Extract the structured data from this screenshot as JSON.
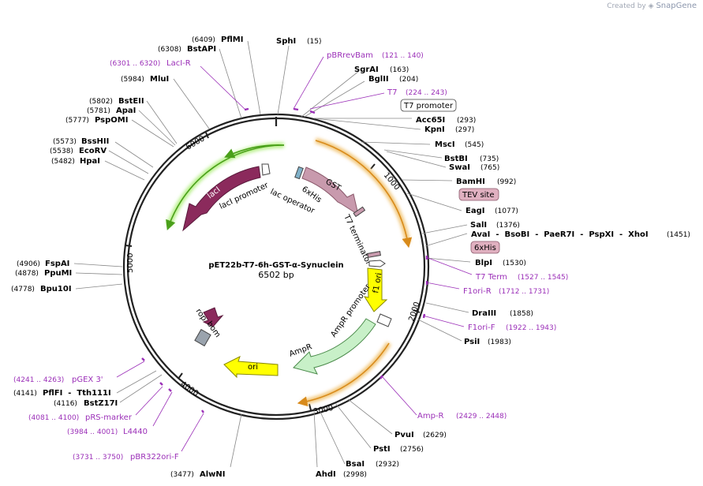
{
  "credit": {
    "prefix": "Created by",
    "brand": "SnapGene"
  },
  "plasmid": {
    "name": "pET22b-T7-6h-GST-α-Synuclein",
    "size_label": "6502 bp",
    "length": 6502
  },
  "ticks": [
    "1000",
    "2000",
    "3000",
    "4000",
    "5000",
    "6000"
  ],
  "enzymes": [
    {
      "name": "SphI",
      "pos": "(15)"
    },
    {
      "name": "SgrAI",
      "pos": "(163)"
    },
    {
      "name": "BglII",
      "pos": "(204)"
    },
    {
      "name": "Acc65I",
      "pos": "(293)"
    },
    {
      "name": "KpnI",
      "pos": "(297)"
    },
    {
      "name": "MscI",
      "pos": "(545)"
    },
    {
      "name": "BstBI",
      "pos": "(735)"
    },
    {
      "name": "SwaI",
      "pos": "(765)"
    },
    {
      "name": "BamHI",
      "pos": "(992)"
    },
    {
      "name": "EagI",
      "pos": "(1077)"
    },
    {
      "name": "SalI",
      "pos": "(1376)"
    },
    {
      "name": "AvaI  -  BsoBI  -  PaeR7I  -  PspXI  -  XhoI",
      "pos": "(1451)"
    },
    {
      "name": "BlpI",
      "pos": "(1530)"
    },
    {
      "name": "DraIII",
      "pos": "(1858)"
    },
    {
      "name": "PsiI",
      "pos": "(1983)"
    },
    {
      "name": "PvuI",
      "pos": "(2629)"
    },
    {
      "name": "PstI",
      "pos": "(2756)"
    },
    {
      "name": "BsaI",
      "pos": "(2932)"
    },
    {
      "name": "AhdI",
      "pos": "(2998)"
    },
    {
      "name": "AlwNI",
      "pos": "(3477)"
    },
    {
      "name": "BstZ17I",
      "pos": "(4116)"
    },
    {
      "name": "PflFI  -  Tth111I",
      "pos": "(4141)"
    },
    {
      "name": "Bpu10I",
      "pos": "(4778)"
    },
    {
      "name": "PpuMI",
      "pos": "(4878)"
    },
    {
      "name": "FspAI",
      "pos": "(4906)"
    },
    {
      "name": "HpaI",
      "pos": "(5482)"
    },
    {
      "name": "EcoRV",
      "pos": "(5538)"
    },
    {
      "name": "BssHII",
      "pos": "(5573)"
    },
    {
      "name": "PspOMI",
      "pos": "(5777)"
    },
    {
      "name": "ApaI",
      "pos": "(5781)"
    },
    {
      "name": "BstEII",
      "pos": "(5802)"
    },
    {
      "name": "MluI",
      "pos": "(5984)"
    },
    {
      "name": "BstAPI",
      "pos": "(6308)"
    },
    {
      "name": "PflMI",
      "pos": "(6409)"
    }
  ],
  "primers": [
    {
      "name": "pBRrevBam",
      "pos": "(121 .. 140)"
    },
    {
      "name": "T7",
      "pos": "(224 .. 243)"
    },
    {
      "name": "T7 Term",
      "pos": "(1527 .. 1545)"
    },
    {
      "name": "F1ori-R",
      "pos": "(1712 .. 1731)"
    },
    {
      "name": "F1ori-F",
      "pos": "(1922 .. 1943)"
    },
    {
      "name": "Amp-R",
      "pos": "(2429 .. 2448)"
    },
    {
      "name": "pBR322ori-F",
      "pos": "(3731 .. 3750)"
    },
    {
      "name": "L4440",
      "pos": "(3984 .. 4001)"
    },
    {
      "name": "pRS-marker",
      "pos": "(4081 .. 4100)"
    },
    {
      "name": "pGEX 3'",
      "pos": "(4241 .. 4263)"
    },
    {
      "name": "LacI-R",
      "pos": "(6301 .. 6320)"
    }
  ],
  "boxed_labels": {
    "t7_promoter": "T7 promoter",
    "tev_site": "TEV site",
    "his6": "6xHis"
  },
  "features": {
    "laci": "lacI",
    "laci_promoter": "lacI promoter",
    "lac_operator": "lac operator",
    "his6_inner": "6xHis",
    "gst": "GST",
    "t7_terminator": "T7 terminator",
    "f1_ori": "f1 ori",
    "ampr_promoter": "AmpR promoter",
    "ampr": "AmpR",
    "ori": "ori",
    "rop": "rop",
    "bom": "bom"
  },
  "colors": {
    "backbone": "#222222",
    "enzyme_line": "#777777",
    "primer": "#9b2fb8",
    "laci": "#8b2a5c",
    "gst": "#c89aad",
    "f1_ori": "#ffff00",
    "ori": "#ffff00",
    "ampr": "#c8f0c8",
    "orange_arc": "#d88a1a",
    "green_arc": "#4aa01a",
    "tev": "#e0b0c0",
    "bom": "#9aa3ad"
  }
}
